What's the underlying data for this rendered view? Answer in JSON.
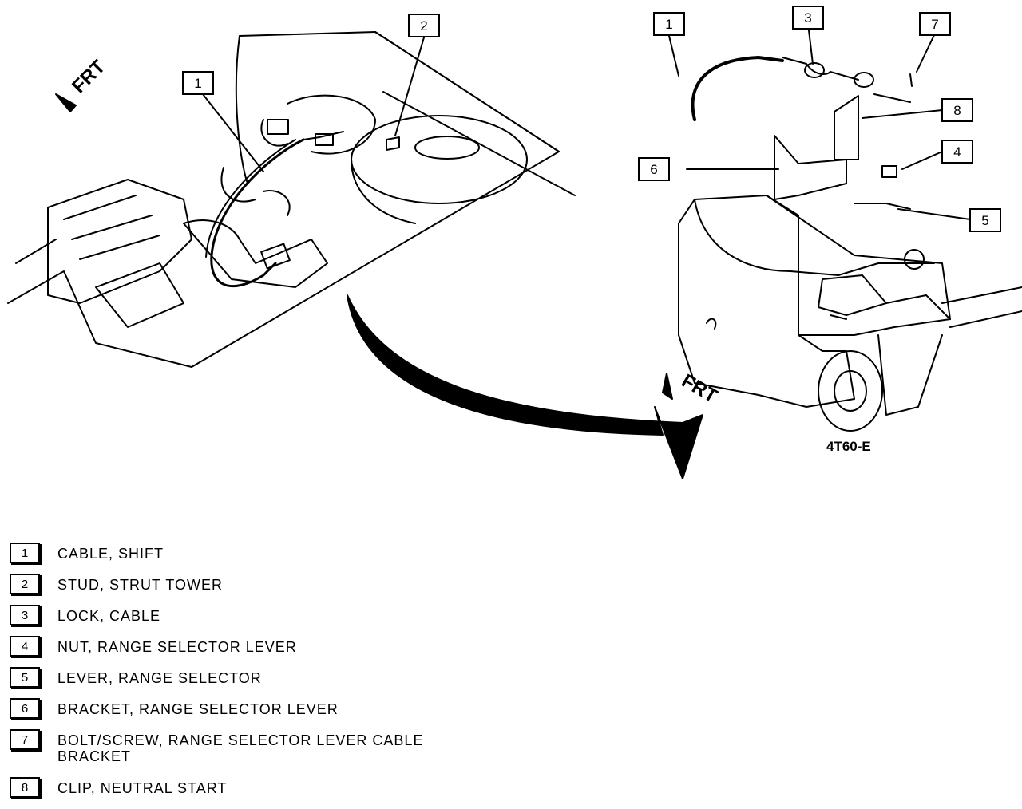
{
  "diagram": {
    "model_label": "4T60-E",
    "frt_label": "FRT",
    "callouts": {
      "left": [
        "1",
        "2"
      ],
      "right": [
        "1",
        "3",
        "7",
        "8",
        "6",
        "4",
        "5"
      ]
    }
  },
  "legend": [
    {
      "num": "1",
      "text": "CABLE, SHIFT"
    },
    {
      "num": "2",
      "text": "STUD, STRUT TOWER"
    },
    {
      "num": "3",
      "text": "LOCK, CABLE"
    },
    {
      "num": "4",
      "text": "NUT, RANGE SELECTOR LEVER"
    },
    {
      "num": "5",
      "text": "LEVER, RANGE SELECTOR"
    },
    {
      "num": "6",
      "text": "BRACKET, RANGE SELECTOR LEVER"
    },
    {
      "num": "7",
      "text": "BOLT/SCREW, RANGE SELECTOR LEVER CABLE BRACKET"
    },
    {
      "num": "8",
      "text": "CLIP, NEUTRAL START"
    }
  ]
}
